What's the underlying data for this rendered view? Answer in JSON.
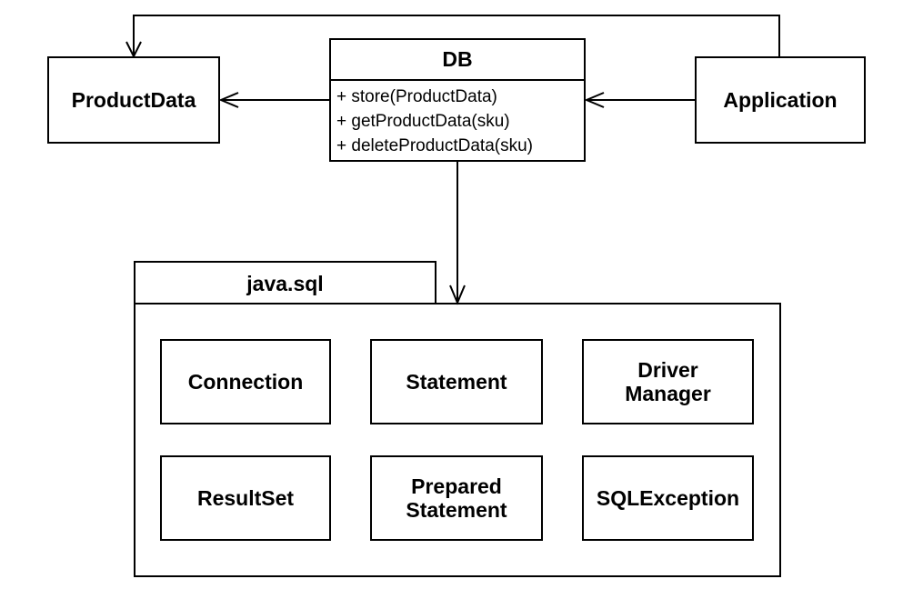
{
  "classes": {
    "product_data": "ProductData",
    "application": "Application",
    "db": {
      "name": "DB",
      "operations": [
        "+ store(ProductData)",
        "+ getProductData(sku)",
        "+ deleteProductData(sku)"
      ]
    }
  },
  "package": {
    "name": "java.sql",
    "classes": [
      {
        "line1": "Connection",
        "line2": ""
      },
      {
        "line1": "Statement",
        "line2": ""
      },
      {
        "line1": "Driver",
        "line2": "Manager"
      },
      {
        "line1": "ResultSet",
        "line2": ""
      },
      {
        "line1": "Prepared",
        "line2": "Statement"
      },
      {
        "line1": "SQLException",
        "line2": ""
      }
    ]
  },
  "colors": {
    "stroke": "#000000",
    "background": "#ffffff"
  }
}
